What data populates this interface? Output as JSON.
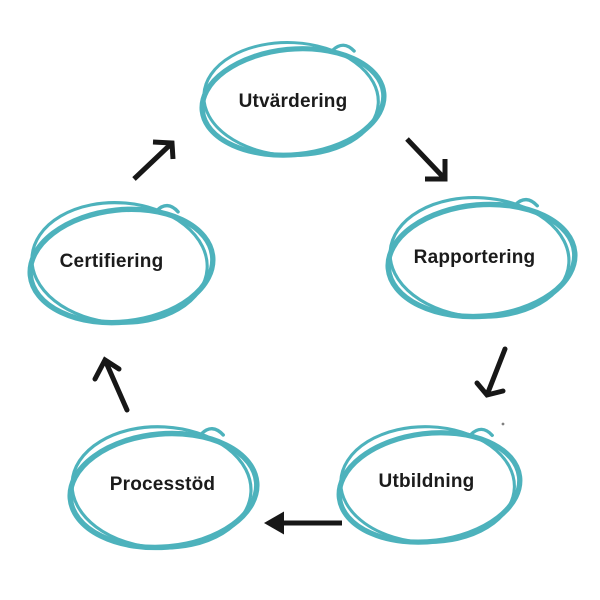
{
  "diagram": {
    "type": "cycle",
    "nodes": [
      {
        "id": "utvardering",
        "label": "Utvärdering"
      },
      {
        "id": "rapportering",
        "label": "Rapportering"
      },
      {
        "id": "utbildning",
        "label": "Utbildning"
      },
      {
        "id": "processtod",
        "label": "Processtöd"
      },
      {
        "id": "certifiering",
        "label": "Certifiering"
      }
    ],
    "edges": [
      {
        "from": "Utvärdering",
        "to": "Rapportering",
        "direction": "down-right"
      },
      {
        "from": "Rapportering",
        "to": "Utbildning",
        "direction": "down"
      },
      {
        "from": "Utbildning",
        "to": "Processtöd",
        "direction": "left"
      },
      {
        "from": "Processtöd",
        "to": "Certifiering",
        "direction": "up"
      },
      {
        "from": "Certifiering",
        "to": "Utvärdering",
        "direction": "up-right"
      }
    ],
    "colors": {
      "ellipse_stroke": "#4db2bc",
      "arrow": "#171717",
      "label_text": "#1b1b1b",
      "background": "#ffffff"
    }
  }
}
